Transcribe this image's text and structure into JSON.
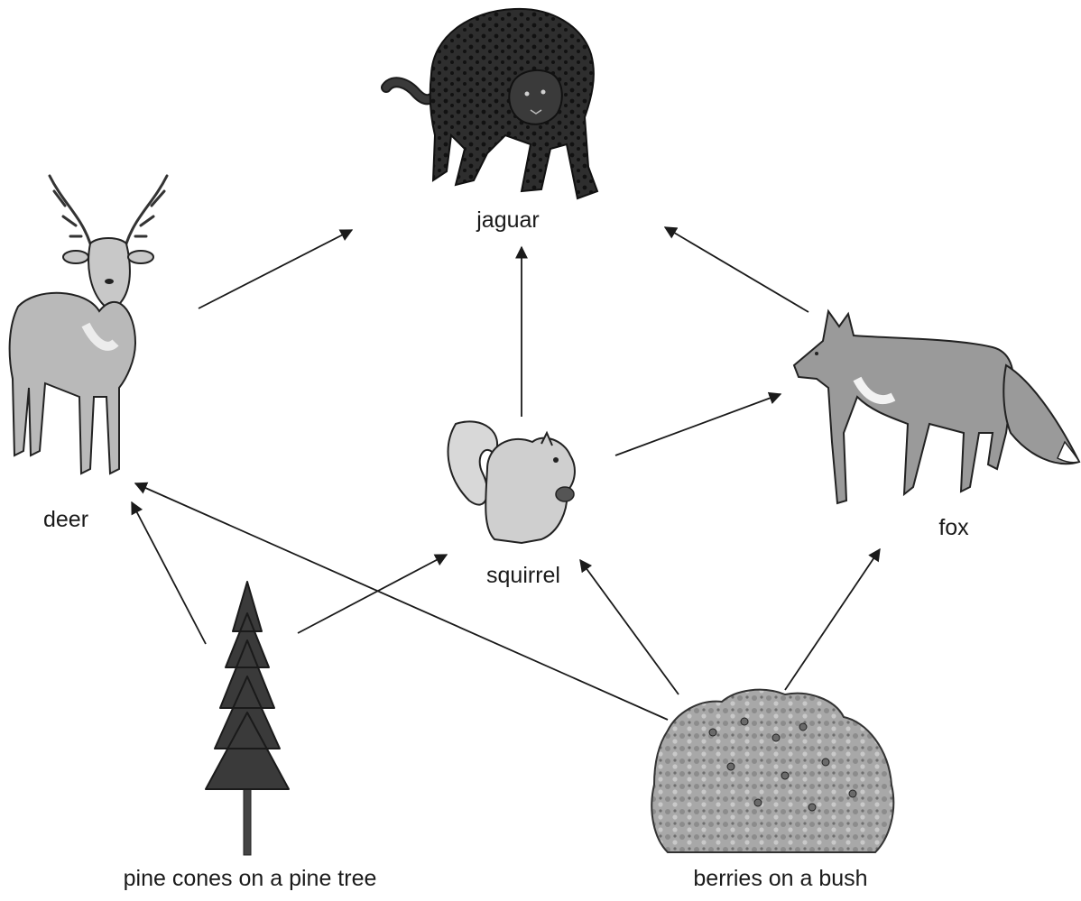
{
  "organisms": {
    "jaguar": "jaguar",
    "deer": "deer",
    "squirrel": "squirrel",
    "fox": "fox",
    "pine_tree": "pine cones on a pine tree",
    "bush": "berries on a bush"
  },
  "arrows": [
    {
      "from": "deer",
      "to": "jaguar"
    },
    {
      "from": "squirrel",
      "to": "jaguar"
    },
    {
      "from": "fox",
      "to": "jaguar"
    },
    {
      "from": "squirrel",
      "to": "fox"
    },
    {
      "from": "pine_tree",
      "to": "deer"
    },
    {
      "from": "pine_tree",
      "to": "squirrel"
    },
    {
      "from": "bush",
      "to": "deer"
    },
    {
      "from": "bush",
      "to": "squirrel"
    },
    {
      "from": "bush",
      "to": "fox"
    }
  ],
  "colors": {
    "line": "#1a1a1a",
    "jaguar_fur": "#2e2e2e",
    "deer_fur": "#b9b9b9",
    "squirrel_fur": "#d0d0d0",
    "fox_fur": "#9a9a9a",
    "pine_foliage": "#3a3a3a",
    "bush_foliage": "#a8a8a8"
  }
}
